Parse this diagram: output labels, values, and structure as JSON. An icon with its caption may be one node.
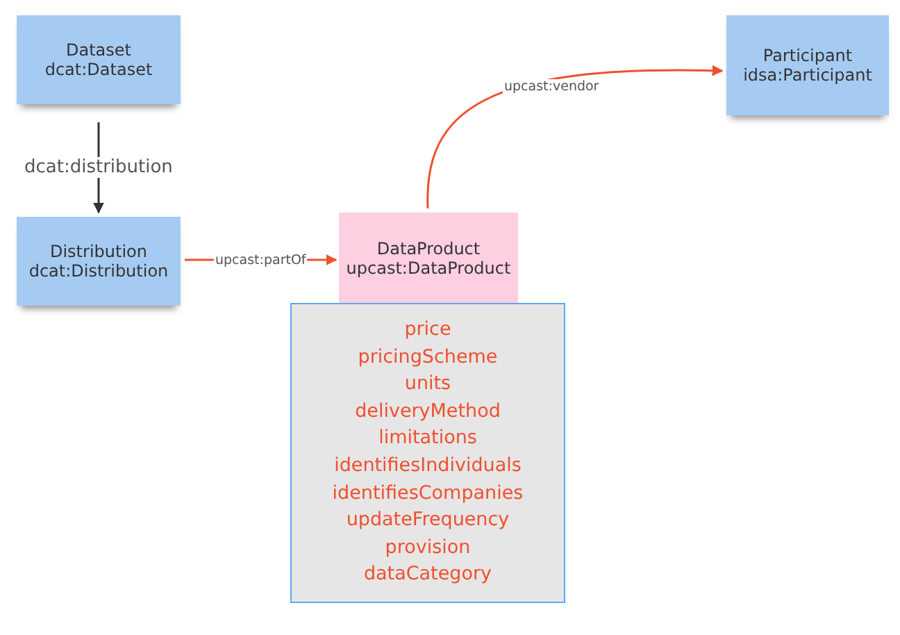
{
  "diagram": {
    "nodes": [
      {
        "text": [
          "Dataset dcat:Dataset"
        ]
      },
      {
        "text": [
          "Distribution dcat:Distribution"
        ]
      },
      {
        "text": [
          "DataProduct upcast:DataProduct"
        ]
      },
      {
        "text": [
          "Participant idsa:Participant"
        ]
      },
      {
        "text": [
          "price",
          "pricingScheme",
          "units",
          "deliveryMethod",
          "limitations",
          "identifiesIndividuals",
          "identifiesCompanies",
          "updateFrequency",
          "provision",
          "dataCategory"
        ]
      }
    ],
    "edges": [
      {
        "from": 0,
        "to": 1,
        "arrow": "to",
        "label": "dcat:distribution",
        "color": "#333333"
      },
      {
        "from": 1,
        "to": 2,
        "arrow": "to",
        "label": "upcast:partOf",
        "color": "#f0502f"
      },
      {
        "from": 2,
        "to": 3,
        "arrow": "to",
        "label": "upcast:vendor",
        "color": "#f0502f"
      }
    ]
  }
}
